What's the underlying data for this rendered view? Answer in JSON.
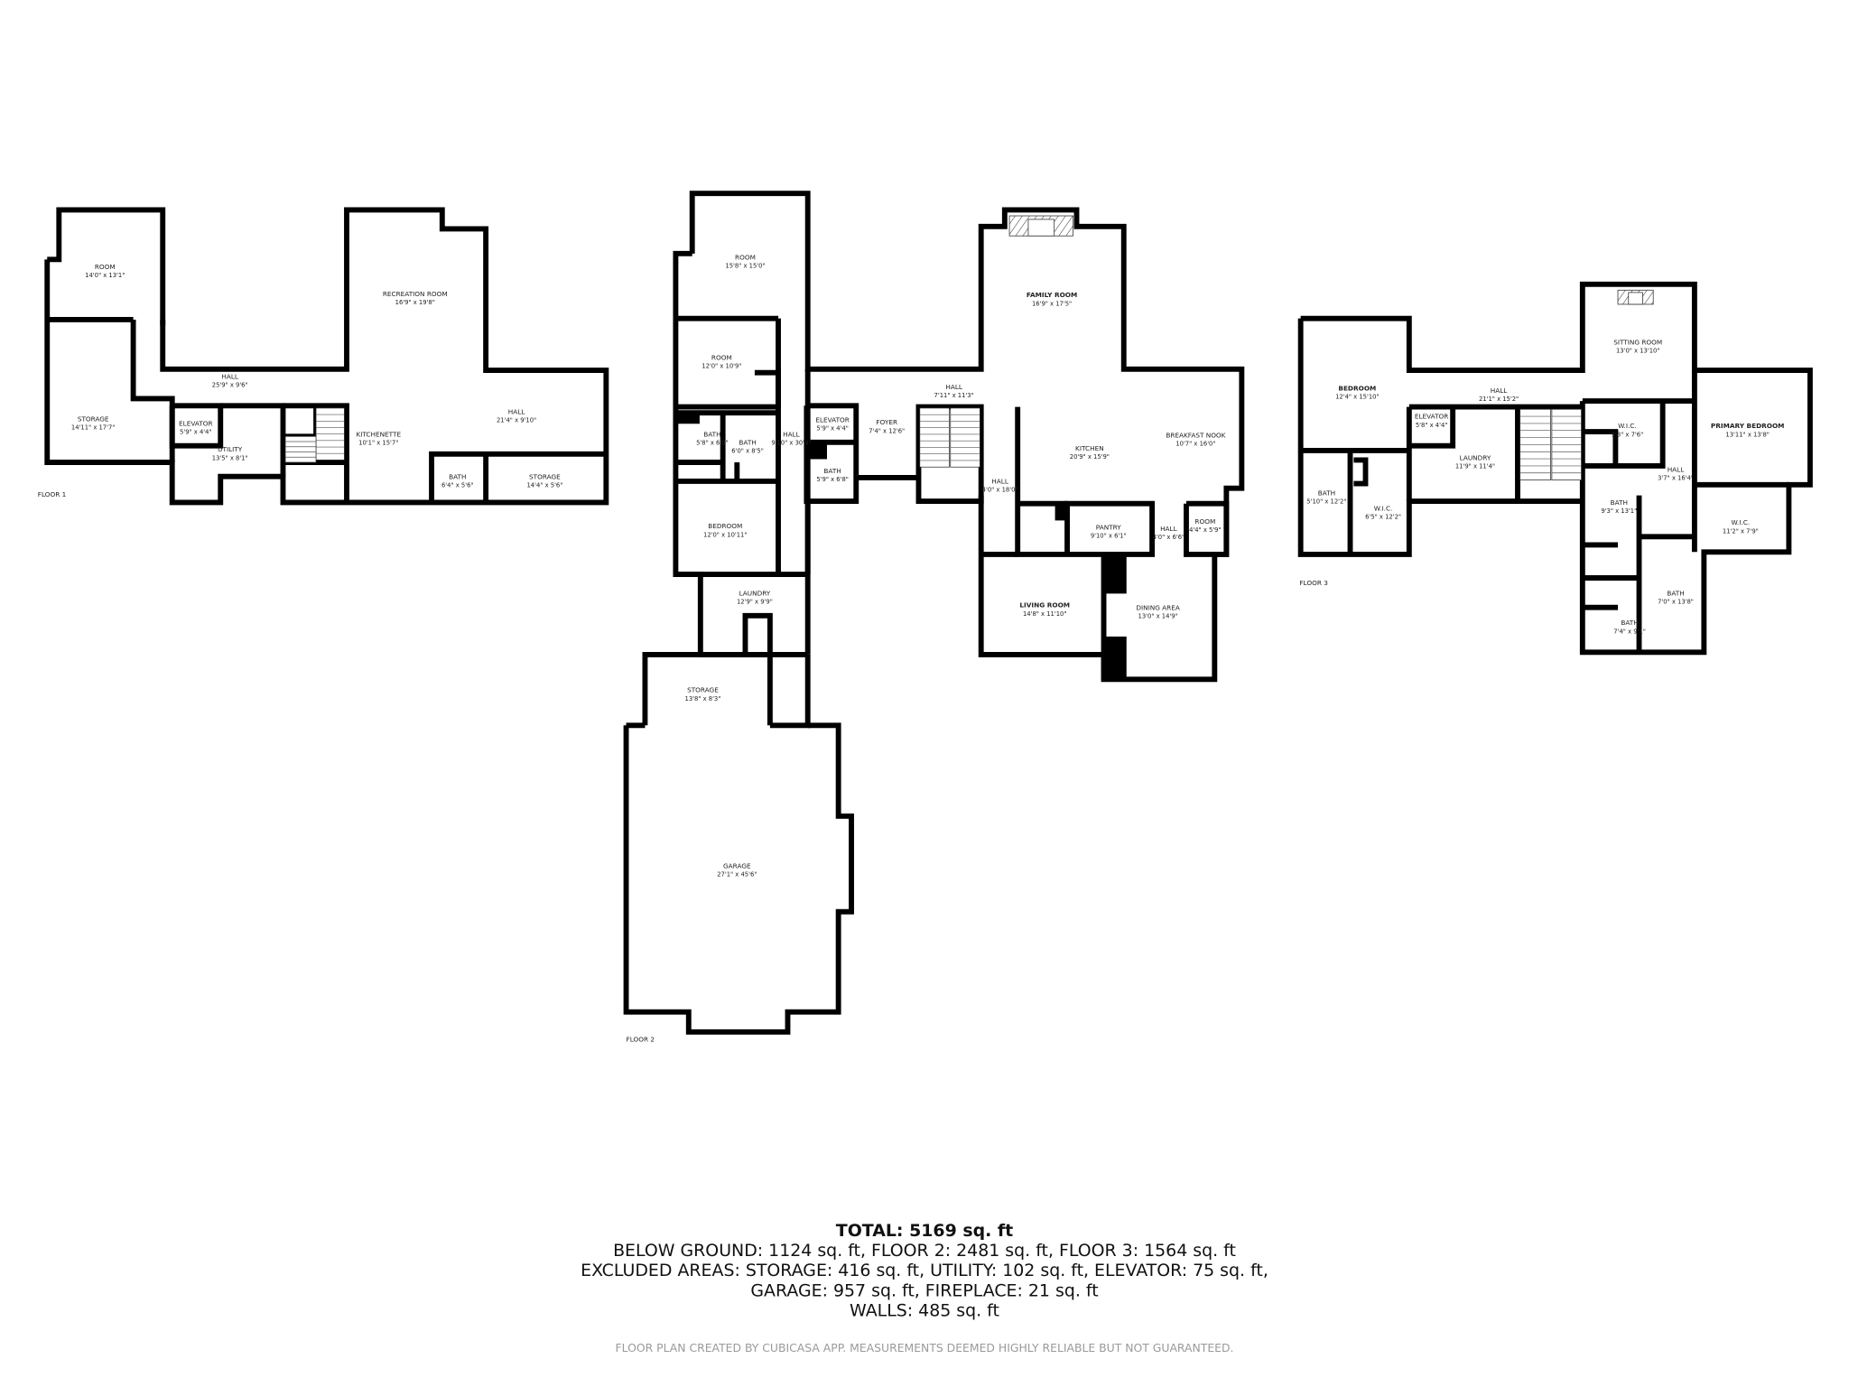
{
  "floors": [
    {
      "label": "FLOOR 1",
      "rooms": [
        {
          "name": "ROOM",
          "dims": "14'0\" x 13'1\""
        },
        {
          "name": "RECREATION ROOM",
          "dims": "16'9\" x 19'8\""
        },
        {
          "name": "HALL",
          "dims": "25'9\" x 9'6\""
        },
        {
          "name": "STORAGE",
          "dims": "14'11\" x 17'7\""
        },
        {
          "name": "ELEVATOR",
          "dims": "5'9\" x 4'4\""
        },
        {
          "name": "UTILITY",
          "dims": "13'5\" x 8'1\""
        },
        {
          "name": "KITCHENETTE",
          "dims": "10'1\" x 15'7\""
        },
        {
          "name": "HALL",
          "dims": "21'4\" x 9'10\""
        },
        {
          "name": "BATH",
          "dims": "6'4\" x 5'6\""
        },
        {
          "name": "STORAGE",
          "dims": "14'4\" x 5'6\""
        }
      ]
    },
    {
      "label": "FLOOR 2",
      "rooms": [
        {
          "name": "ROOM",
          "dims": "15'8\" x 15'0\""
        },
        {
          "name": "ROOM",
          "dims": "12'0\" x 10'9\""
        },
        {
          "name": "BATH",
          "dims": "5'8\" x 6'0\""
        },
        {
          "name": "BATH",
          "dims": "6'0\" x 8'5\""
        },
        {
          "name": "HALL",
          "dims": "9'10\" x 30'9\""
        },
        {
          "name": "BEDROOM",
          "dims": "12'0\" x 10'11\""
        },
        {
          "name": "LAUNDRY",
          "dims": "12'9\" x 9'9\""
        },
        {
          "name": "STORAGE",
          "dims": "13'8\" x 8'3\""
        },
        {
          "name": "GARAGE",
          "dims": "27'1\" x 45'6\""
        },
        {
          "name": "ELEVATOR",
          "dims": "5'9\" x 4'4\""
        },
        {
          "name": "FOYER",
          "dims": "7'4\" x 12'6\""
        },
        {
          "name": "BATH",
          "dims": "5'9\" x 6'8\""
        },
        {
          "name": "HALL",
          "dims": "7'11\" x 11'3\""
        },
        {
          "name": "FAMILY ROOM",
          "dims": "16'9\" x 17'5\""
        },
        {
          "name": "KITCHEN",
          "dims": "20'9\" x 15'9\""
        },
        {
          "name": "BREAKFAST NOOK",
          "dims": "10'7\" x 16'0\""
        },
        {
          "name": "HALL",
          "dims": "4'0\" x 18'0\""
        },
        {
          "name": "PANTRY",
          "dims": "9'10\" x 6'1\""
        },
        {
          "name": "HALL",
          "dims": "4'0\" x 6'6\""
        },
        {
          "name": "ROOM",
          "dims": "4'4\" x 5'9\""
        },
        {
          "name": "LIVING ROOM",
          "dims": "14'8\" x 11'10\""
        },
        {
          "name": "DINING AREA",
          "dims": "13'0\" x 14'9\""
        }
      ]
    },
    {
      "label": "FLOOR 3",
      "rooms": [
        {
          "name": "BEDROOM",
          "dims": "12'4\" x 15'10\""
        },
        {
          "name": "HALL",
          "dims": "21'1\" x 15'2\""
        },
        {
          "name": "ELEVATOR",
          "dims": "5'8\" x 4'4\""
        },
        {
          "name": "LAUNDRY",
          "dims": "11'9\" x 11'4\""
        },
        {
          "name": "BATH",
          "dims": "5'10\" x 12'2\""
        },
        {
          "name": "W.I.C.",
          "dims": "6'5\" x 12'2\""
        },
        {
          "name": "SITTING ROOM",
          "dims": "13'0\" x 13'10\""
        },
        {
          "name": "W.I.C.",
          "dims": "9'3\" x 7'6\""
        },
        {
          "name": "PRIMARY BEDROOM",
          "dims": "13'11\" x 13'8\""
        },
        {
          "name": "HALL",
          "dims": "3'7\" x 16'4\""
        },
        {
          "name": "BATH",
          "dims": "9'3\" x 13'1\""
        },
        {
          "name": "W.I.C.",
          "dims": "11'2\" x 7'9\""
        },
        {
          "name": "BATH",
          "dims": "7'0\" x 13'8\""
        },
        {
          "name": "BATH",
          "dims": "7'4\" x 9'1\""
        }
      ]
    }
  ],
  "summary": {
    "total": "TOTAL: 5169 sq. ft",
    "line1": "BELOW GROUND: 1124 sq. ft, FLOOR 2: 2481 sq. ft, FLOOR 3: 1564 sq. ft",
    "line2": "EXCLUDED AREAS: STORAGE: 416 sq. ft, UTILITY: 102 sq. ft, ELEVATOR: 75 sq. ft,",
    "line3": "GARAGE: 957 sq. ft, FIREPLACE: 21 sq. ft",
    "line4": "WALLS: 485 sq. ft"
  },
  "disclaimer": "FLOOR PLAN CREATED BY CUBICASA APP. MEASUREMENTS DEEMED HIGHLY RELIABLE BUT NOT GUARANTEED."
}
